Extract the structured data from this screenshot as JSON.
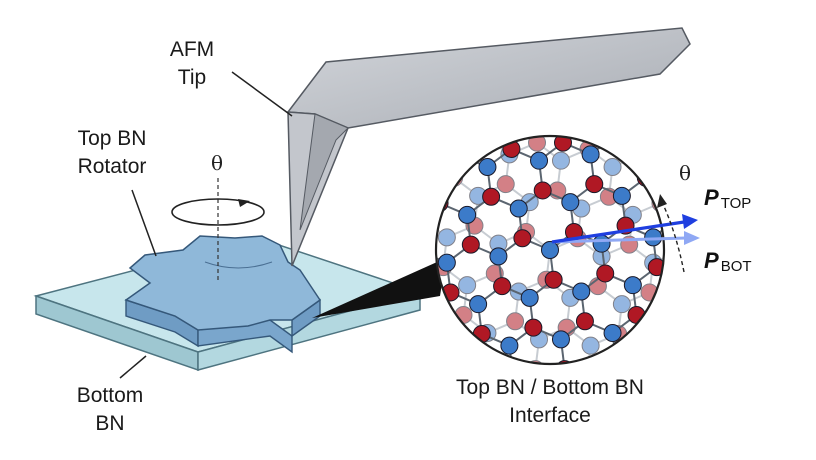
{
  "labels": {
    "afm_tip_line1": "AFM",
    "afm_tip_line2": "Tip",
    "top_bn_line1": "Top BN",
    "top_bn_line2": "Rotator",
    "bottom_bn_line1": "Bottom",
    "bottom_bn_line2": "BN",
    "interface_line1": "Top BN / Bottom BN",
    "interface_line2": "Interface",
    "theta_axis": "θ",
    "theta_vector": "θ",
    "p_top_main": "P",
    "p_top_sub": "TOP",
    "p_bot_main": "P",
    "p_bot_sub": "BOT"
  },
  "colors": {
    "slab": "#c7e6ec",
    "rotator": "#8fb8d9",
    "afm": "#b9bcc2",
    "boron": "#3c7bc9",
    "nitrogen": "#b01824",
    "p_top": "#1f3fe0",
    "p_bot": "#8fa8f4"
  }
}
